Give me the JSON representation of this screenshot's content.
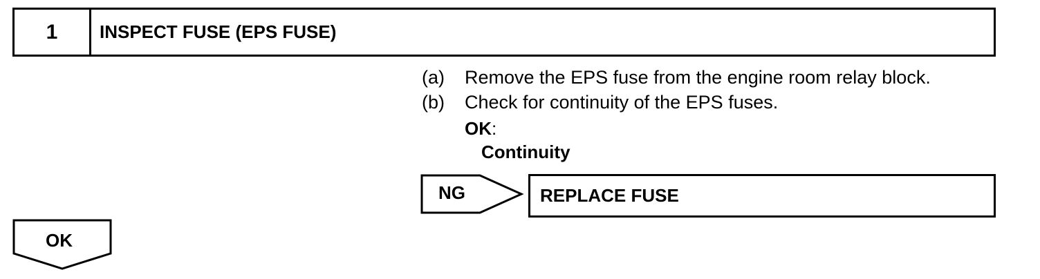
{
  "step": {
    "number": "1",
    "title": "INSPECT FUSE (EPS FUSE)"
  },
  "instructions": [
    {
      "marker": "(a)",
      "text": "Remove the EPS fuse from the engine room relay block."
    },
    {
      "marker": "(b)",
      "text": "Check for continuity of the EPS fuses."
    }
  ],
  "ok_label": "OK",
  "ok_colon": ":",
  "specification": "Continuity",
  "ng_label": "NG",
  "ng_result": "REPLACE FUSE",
  "ok_arrow_label": "OK"
}
